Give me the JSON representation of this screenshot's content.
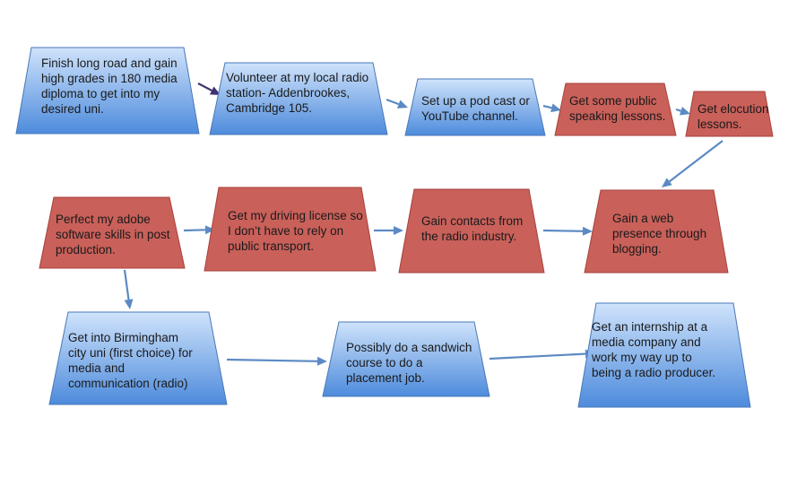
{
  "colors": {
    "blue_top": "#cfe3fb",
    "blue_bottom": "#4d8bdc",
    "blue_edge": "#4a78b8",
    "red_fill": "#c9605a",
    "red_edge": "#a8423d",
    "arrow_blue": "#5b8ac4",
    "arrow_purple": "#3f3270"
  },
  "nodes": {
    "n1": {
      "text": "Finish long road and gain\nhigh grades in 180 media\ndiploma to get into my\ndesired uni.",
      "style": "blue"
    },
    "n2": {
      "text": "Volunteer at  my local radio\nstation- Addenbrookes,\nCambridge 105.",
      "style": "blue"
    },
    "n3": {
      "text": "Set up a pod cast or\nYouTube channel.",
      "style": "blue"
    },
    "n4": {
      "text": "Get some public\nspeaking lessons.",
      "style": "red"
    },
    "n5": {
      "text": "Get elocution\nlessons.",
      "style": "red"
    },
    "n6": {
      "text": "Perfect my adobe\nsoftware skills in post\nproduction.",
      "style": "red"
    },
    "n7": {
      "text": "Get my driving license so\nI don’t have to rely on\npublic transport.",
      "style": "red"
    },
    "n8": {
      "text": "Gain contacts from\nthe radio industry.",
      "style": "red"
    },
    "n9": {
      "text": "Gain a web\npresence through\nblogging.",
      "style": "red"
    },
    "n10": {
      "text": "Get into Birmingham\ncity uni (first choice) for\nmedia and\ncommunication (radio)",
      "style": "blue"
    },
    "n11": {
      "text": "Possibly do a sandwich\ncourse to do a\nplacement job.",
      "style": "blue"
    },
    "n12": {
      "text": "Get an internship at a\nmedia company and\nwork my way up to\nbeing a radio producer.",
      "style": "blue"
    }
  },
  "edges": [
    {
      "from": "n1",
      "to": "n2",
      "color": "arrow_purple"
    },
    {
      "from": "n2",
      "to": "n3",
      "color": "arrow_blue"
    },
    {
      "from": "n3",
      "to": "n4",
      "color": "arrow_blue"
    },
    {
      "from": "n4",
      "to": "n5",
      "color": "arrow_blue"
    },
    {
      "from": "n5",
      "to": "n9",
      "color": "arrow_blue"
    },
    {
      "from": "n6",
      "to": "n7",
      "color": "arrow_blue"
    },
    {
      "from": "n7",
      "to": "n8",
      "color": "arrow_blue"
    },
    {
      "from": "n8",
      "to": "n9",
      "color": "arrow_blue"
    },
    {
      "from": "n6",
      "to": "n10",
      "color": "arrow_blue"
    },
    {
      "from": "n10",
      "to": "n11",
      "color": "arrow_blue"
    },
    {
      "from": "n11",
      "to": "n12",
      "color": "arrow_blue"
    }
  ]
}
